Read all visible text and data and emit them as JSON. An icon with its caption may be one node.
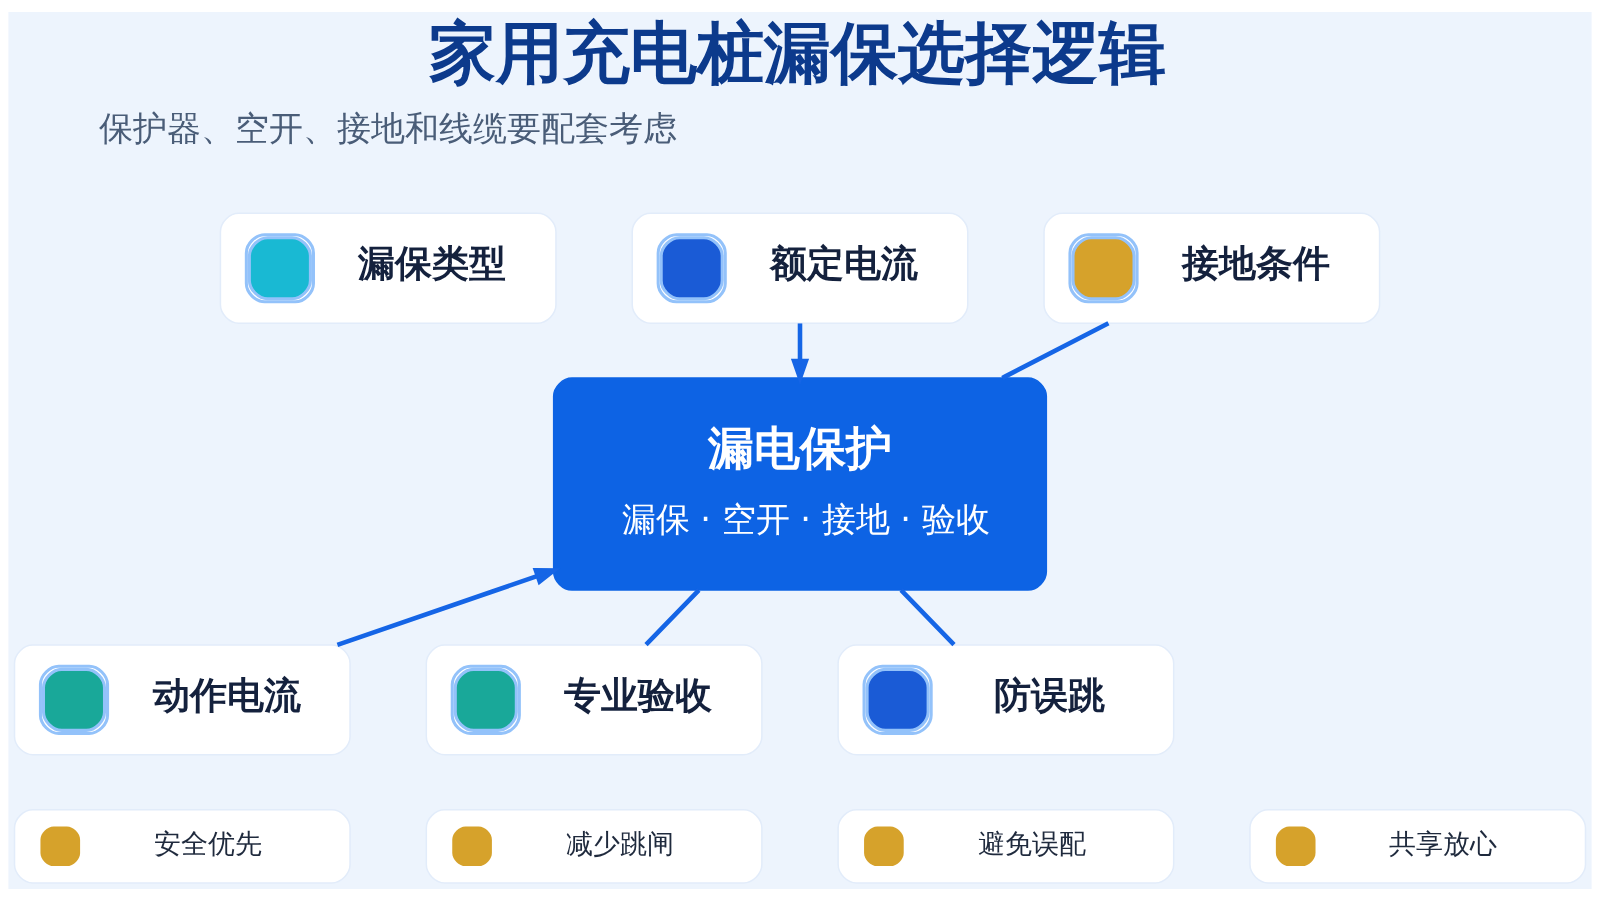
{
  "diagram": {
    "title": "家用充电桩漏保选择逻辑",
    "nodes": [
      {
        "text": [
          "漏保类型"
        ]
      },
      {
        "text": [
          "额定电流"
        ]
      },
      {
        "text": [
          "接地条件"
        ]
      },
      {
        "text": [
          "漏电保护",
          "漏保 · 空开 · 接地 · 验收"
        ]
      },
      {
        "text": [
          "动作电流"
        ]
      },
      {
        "text": [
          "防误跳"
        ]
      },
      {
        "text": [
          "专业验收"
        ]
      },
      {
        "text": [
          "安全优先"
        ]
      },
      {
        "text": [
          "减少跳闸"
        ]
      },
      {
        "text": [
          "避免误配"
        ]
      },
      {
        "text": [
          "共享放心"
        ]
      }
    ],
    "edges": [
      {
        "from": 1,
        "to": 3,
        "arrow": "to"
      },
      {
        "from": 4,
        "to": 3,
        "arrow": "to"
      },
      {
        "from": 3,
        "to": 2,
        "arrow": "none"
      },
      {
        "from": 3,
        "to": 6,
        "arrow": "none"
      },
      {
        "from": 3,
        "to": 5,
        "arrow": "none"
      }
    ],
    "labels": [
      "保护器、空开、接地和线缆要配套考虑"
    ]
  }
}
